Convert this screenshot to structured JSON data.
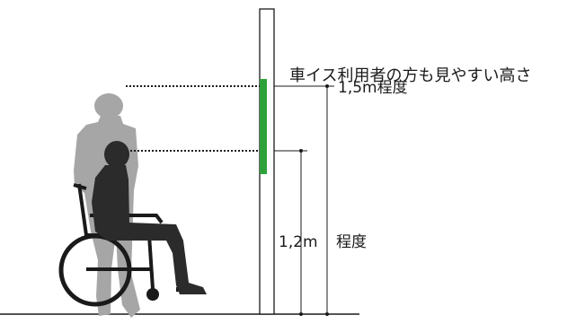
{
  "caption": "車イス利用者の方も見やすい高さ",
  "height_high": "1,5m程度",
  "height_low_value": "1,2m",
  "height_low_suffix": "程度",
  "colors": {
    "sign": "#2ea13a",
    "standing_person": "#a6a6a6",
    "seated_person": "#2b2b2b",
    "wheelchair": "#1a1a1a",
    "line": "#1a1a1a"
  }
}
